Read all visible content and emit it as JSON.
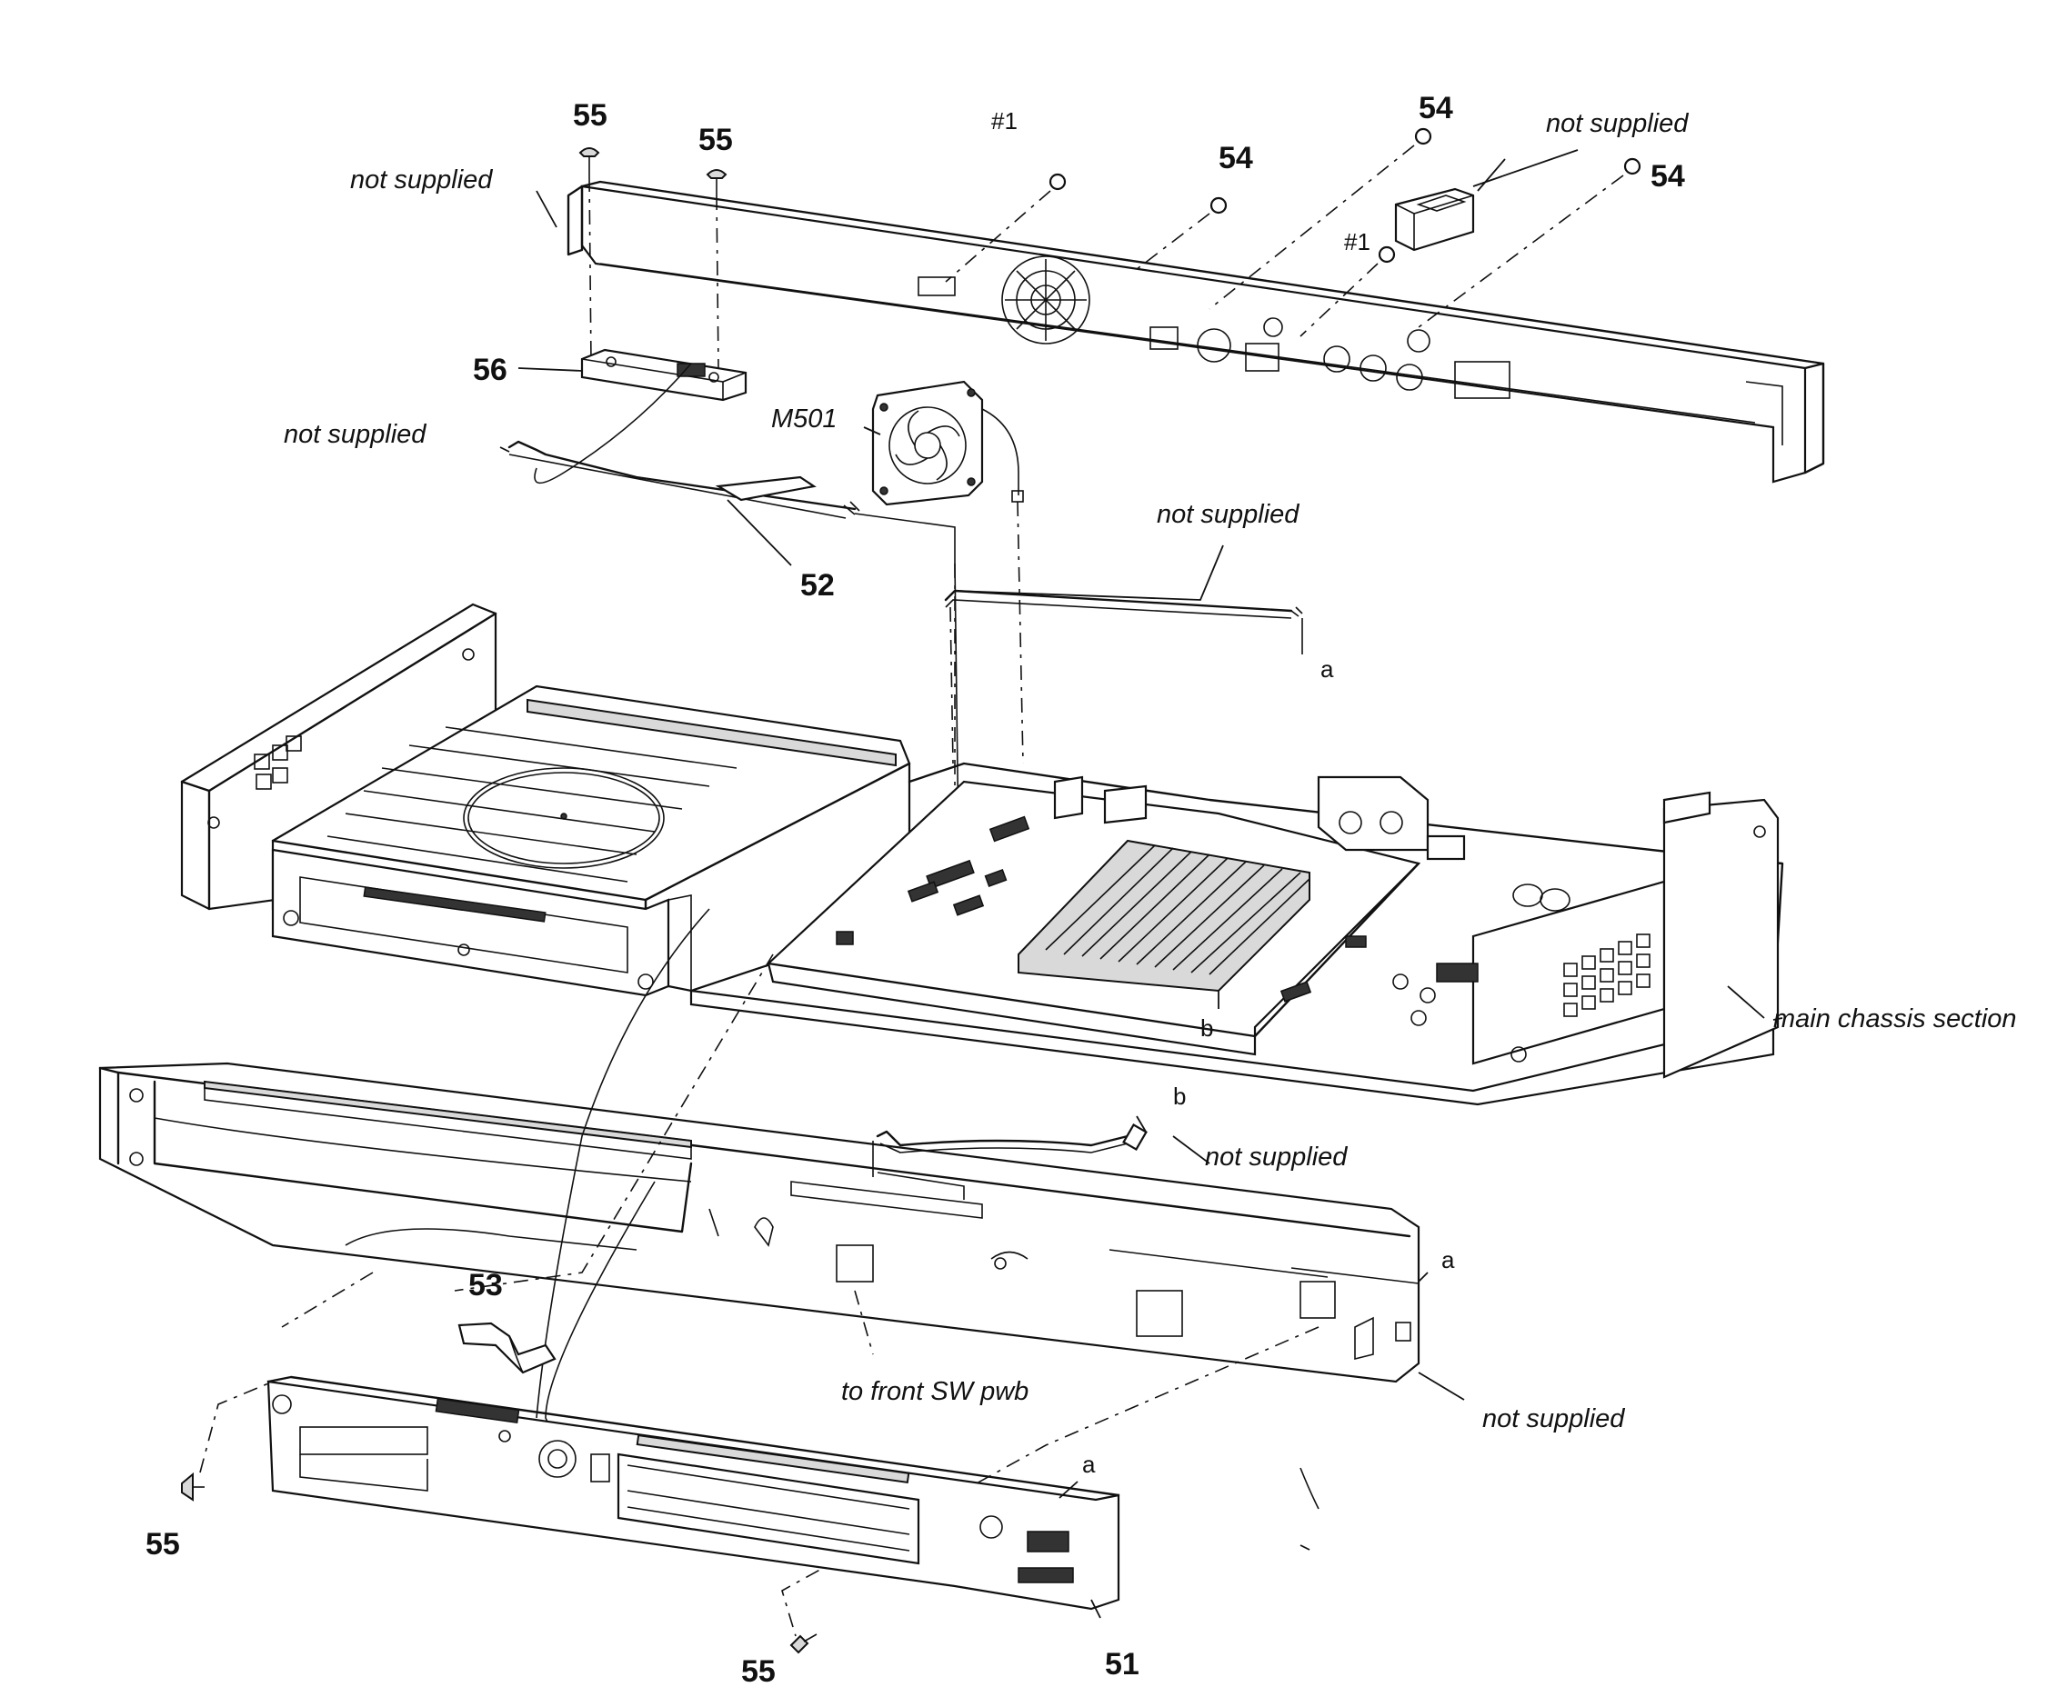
{
  "labels": {
    "l55_top_left": "55",
    "l55_top_mid": "55",
    "l1_top": "#1",
    "l54_mid": "54",
    "l54_top": "54",
    "l54_right": "54",
    "l1_mid": "#1",
    "l56": "56",
    "lM501": "M501",
    "l52": "52",
    "la_top": "a",
    "lb_board": "b",
    "lb_cable": "b",
    "la_front": "a",
    "la_pwb": "a",
    "l53": "53",
    "l55_bottom_left": "55",
    "l55_bottom": "55",
    "l51": "51"
  },
  "notes": {
    "ns_top_left": "not supplied",
    "ns_top_right": "not supplied",
    "ns_cable_left": "not supplied",
    "ns_cable_mid": "not supplied",
    "ns_cable_b": "not supplied",
    "ns_front_right": "not supplied",
    "main_chassis": "main chassis section",
    "to_front_sw": "to front SW pwb"
  }
}
